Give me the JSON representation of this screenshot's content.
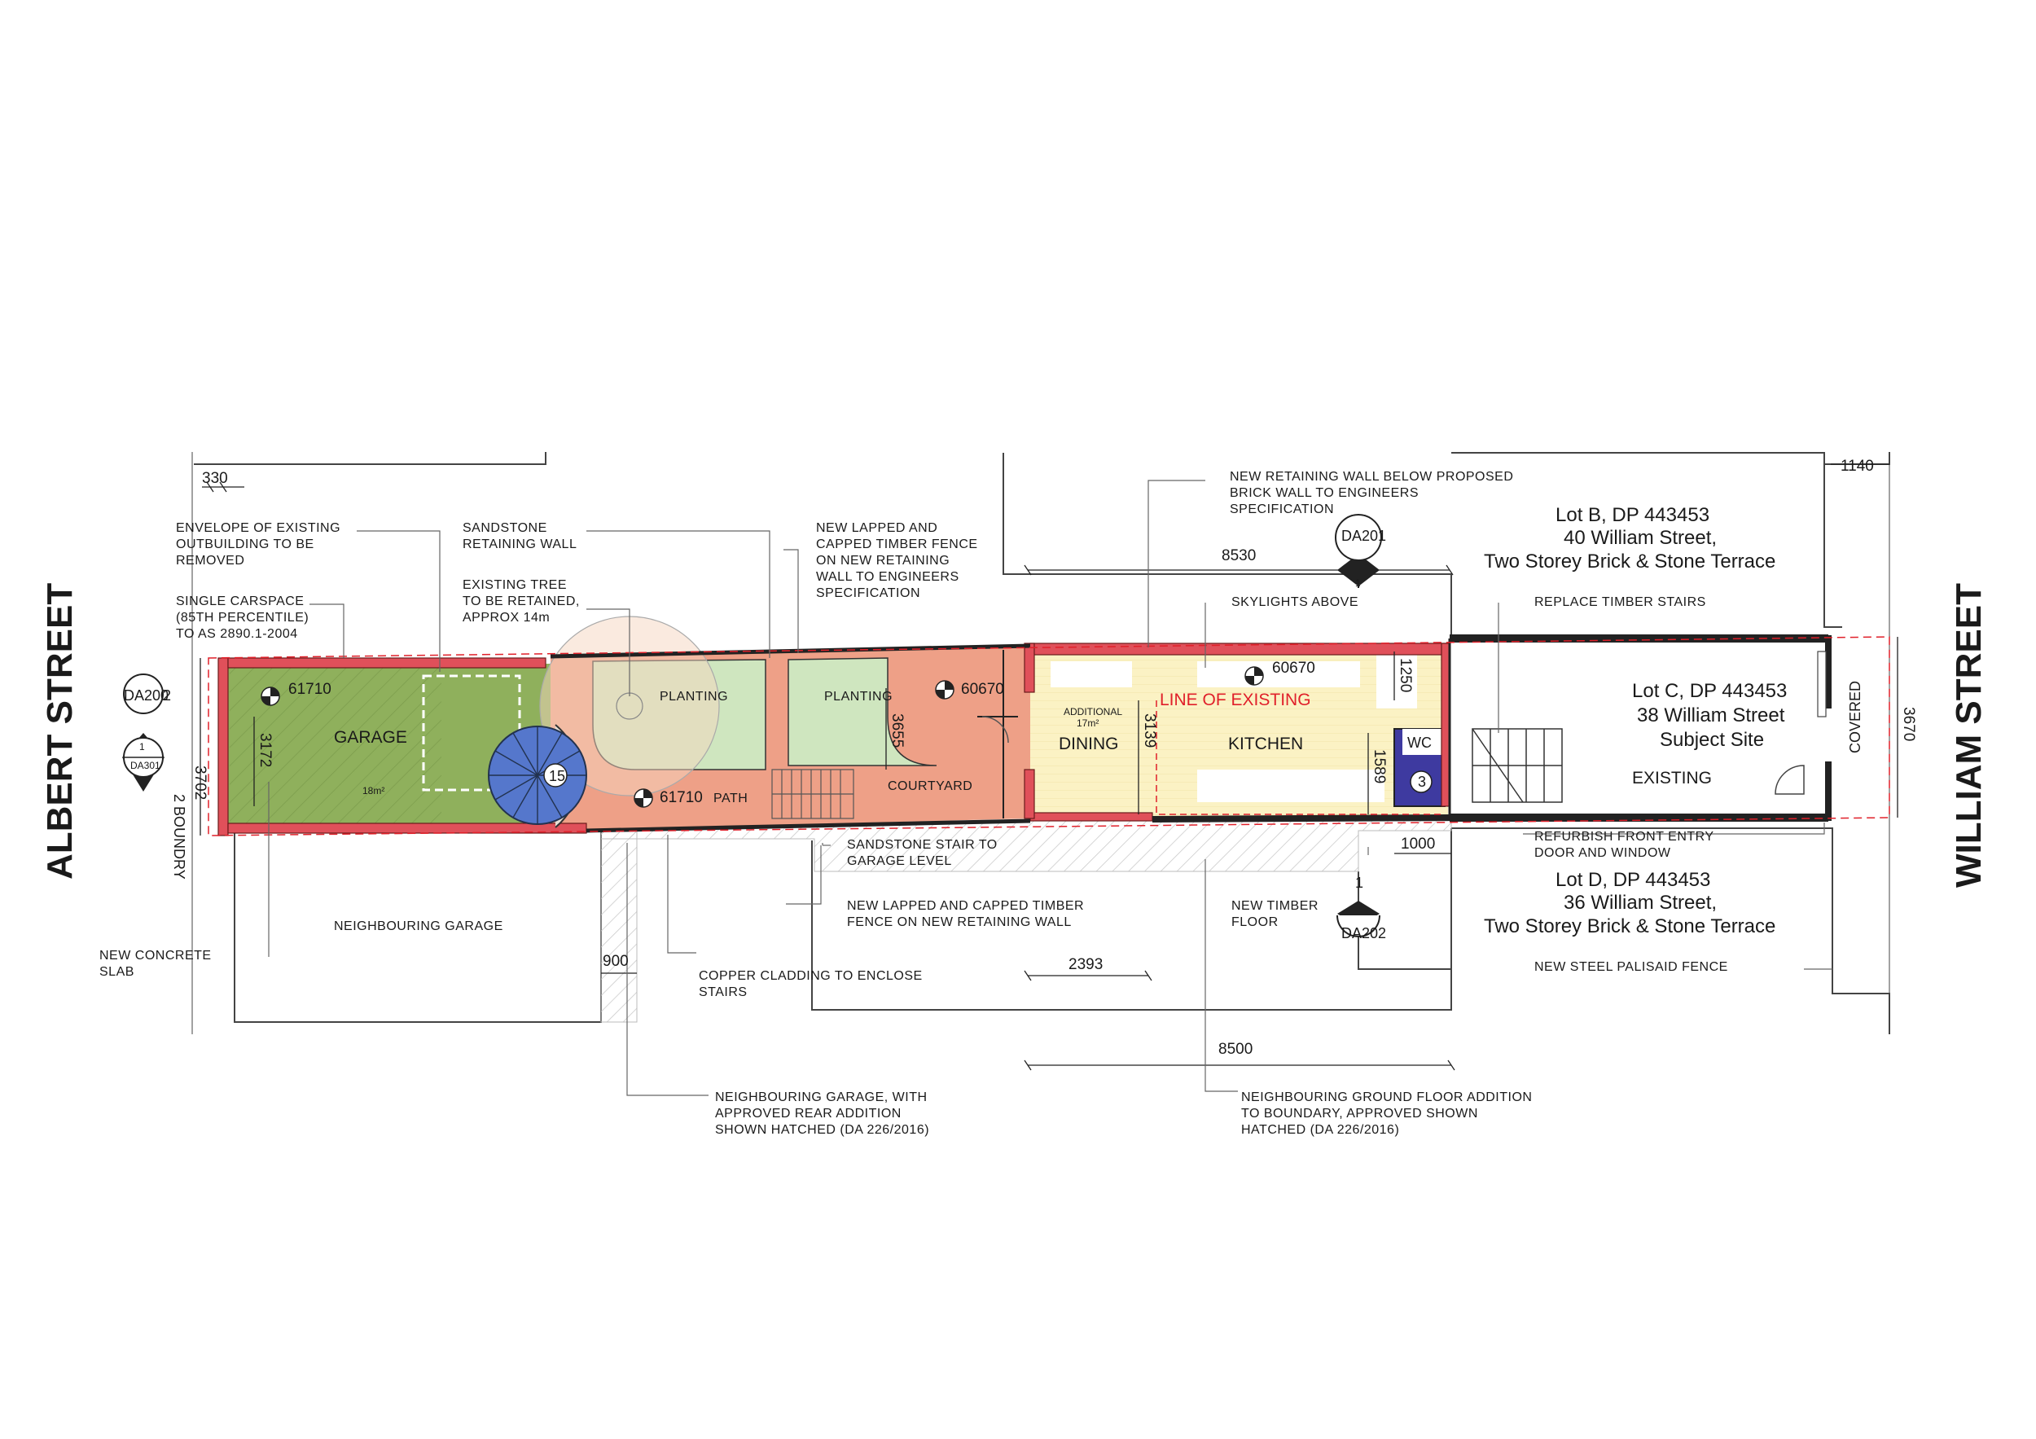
{
  "streets": {
    "west": "ALBERT STREET",
    "east": "WILLIAM STREET"
  },
  "boundary_label": "2 BOUNDRY",
  "lots": {
    "b": {
      "line1": "Lot B, DP 443453",
      "line2": "40 William Street,",
      "line3": "Two Storey Brick & Stone Terrace"
    },
    "c": {
      "line1": "Lot C, DP 443453",
      "line2": "38 William Street",
      "line3": "Subject Site",
      "line4": "EXISTING"
    },
    "d": {
      "line1": "Lot D, DP 443453",
      "line2": "36 William Street,",
      "line3": "Two Storey Brick & Stone Terrace"
    }
  },
  "rooms": {
    "garage": "GARAGE",
    "garage_area": "18m²",
    "planting1": "PLANTING",
    "planting2": "PLANTING",
    "path": "PATH",
    "courtyard": "COURTYARD",
    "dining": "DINING",
    "kitchen": "KITCHEN",
    "additional": "ADDITIONAL",
    "additional_area": "17m²",
    "wc": "WC",
    "covered": "COVERED",
    "line_of_existing": "LINE OF EXISTING",
    "neighbouring_garage": "NEIGHBOURING GARAGE"
  },
  "levels": {
    "garage": "61710",
    "path": "61710",
    "courtyard": "60670",
    "kitchen": "60670"
  },
  "stairs": {
    "spiral": "15",
    "wc": "3"
  },
  "dimensions": {
    "d330": "330",
    "d1140": "1140",
    "d8530": "8530",
    "d3702": "3702",
    "d3172": "3172",
    "d3655": "3655",
    "d3139": "3139",
    "d1250": "1250",
    "d1589": "1589",
    "d1000": "1000",
    "d3670": "3670",
    "d900": "900",
    "d2393": "2393",
    "d8500": "8500"
  },
  "section_markers": {
    "da200": "DA200",
    "da200_no": "2",
    "da301": "DA301",
    "da301_no": "1",
    "da201": "DA201",
    "da201_no": "1",
    "da202": "DA202",
    "da202_no": "1"
  },
  "notes": {
    "envelope": [
      "ENVELOPE OF EXISTING",
      "OUTBUILDING TO BE",
      "REMOVED"
    ],
    "carspace": [
      "SINGLE CARSPACE",
      "(85TH PERCENTILE)",
      "TO AS 2890.1-2004"
    ],
    "sandstone_wall": [
      "SANDSTONE",
      "RETAINING WALL"
    ],
    "tree": [
      "EXISTING TREE",
      "TO BE RETAINED,",
      "APPROX 14m"
    ],
    "fence_top": [
      "NEW LAPPED AND",
      "CAPPED TIMBER FENCE",
      "ON NEW RETAINING",
      "WALL TO ENGINEERS",
      "SPECIFICATION"
    ],
    "retaining_wall": [
      "NEW RETAINING WALL BELOW PROPOSED",
      "BRICK WALL TO ENGINEERS",
      "SPECIFICATION"
    ],
    "skylights": [
      "SKYLIGHTS ABOVE"
    ],
    "replace_stairs": [
      "REPLACE TIMBER STAIRS"
    ],
    "sandstone_stair": [
      "SANDSTONE STAIR TO",
      "GARAGE LEVEL"
    ],
    "fence_bottom": [
      "NEW LAPPED AND CAPPED TIMBER",
      "FENCE ON NEW RETAINING WALL"
    ],
    "timber_floor": [
      "NEW TIMBER",
      "FLOOR"
    ],
    "refurbish": [
      "REFURBISH FRONT ENTRY",
      "DOOR AND WINDOW"
    ],
    "palisade": [
      "NEW STEEL PALISAID FENCE"
    ],
    "slab": [
      "NEW CONCRETE",
      "SLAB"
    ],
    "copper": [
      "COPPER CLADDING TO ENCLOSE",
      "STAIRS"
    ],
    "neigh_garage_add": [
      "NEIGHBOURING GARAGE, WITH",
      "APPROVED REAR ADDITION",
      "SHOWN HATCHED (DA 226/2016)"
    ],
    "neigh_ground_add": [
      "NEIGHBOURING GROUND FLOOR ADDITION",
      "TO BOUNDARY, APPROVED SHOWN",
      "HATCHED (DA 226/2016)"
    ]
  },
  "colors": {
    "garage": "#8fb05c",
    "planting": "#cfe6bf",
    "paving": "#eea087",
    "interior": "#fbf2c4",
    "wall_red": "#e0505a",
    "wc": "#3e3aa0",
    "spiral": "#5577cc"
  }
}
